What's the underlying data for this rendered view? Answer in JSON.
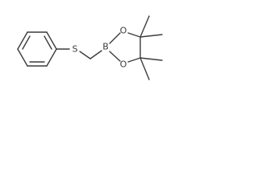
{
  "structure": {
    "atoms": {
      "sulfur": "S",
      "boron": "B",
      "oxygen_top": "O",
      "oxygen_bottom": "O"
    }
  },
  "colors": {
    "bond": "#3c3c3c",
    "background": "#ffffff"
  }
}
